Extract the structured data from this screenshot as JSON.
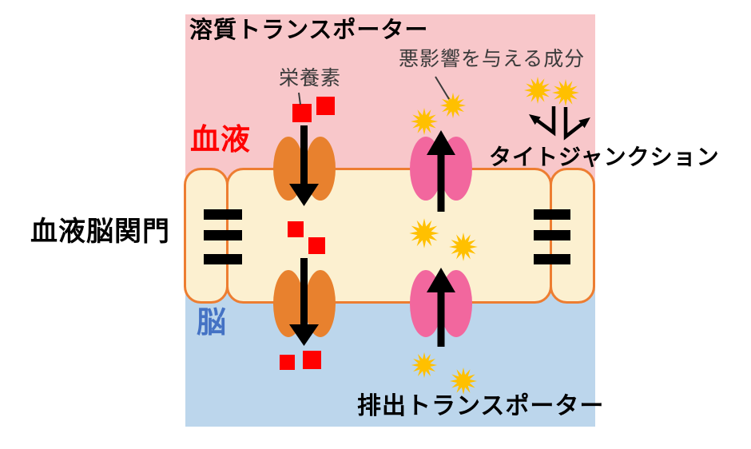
{
  "diagram": {
    "title_concept": "血液脳関門",
    "region_labels": {
      "blood": "血液",
      "brain": "脳",
      "blood_brain_barrier": "血液脳関門"
    },
    "component_labels": {
      "solute_transporter": "溶質トランスポーター",
      "efflux_transporter": "排出トランスポーター",
      "tight_junction": "タイトジャンクション",
      "nutrient": "栄養素",
      "harmful_component": "悪影響を与える成分"
    },
    "icons": {
      "nutrient_marker": "red-square-icon",
      "harmful_marker": "gold-burst-star-icon",
      "tight_junction_marker": "black-bars-icon",
      "influx_direction": "down-arrow-icon",
      "efflux_direction": "up-arrow-icon",
      "blocked_bounce": "deflected-arrows-icon"
    },
    "colors": {
      "blood_region": "#F8C7CA",
      "endothelial_cell": "#FCF0D0",
      "brain_region": "#BCD6EC",
      "membrane_outline": "#ED7D31",
      "solute_transporter_fill": "#E8812E",
      "efflux_transporter_fill": "#F2679E",
      "nutrient_square": "#FF0000",
      "harmful_star": "#FFC000",
      "blood_label_color": "#FF0000",
      "brain_label_color": "#4472C4",
      "arrow_color": "#000000"
    }
  }
}
